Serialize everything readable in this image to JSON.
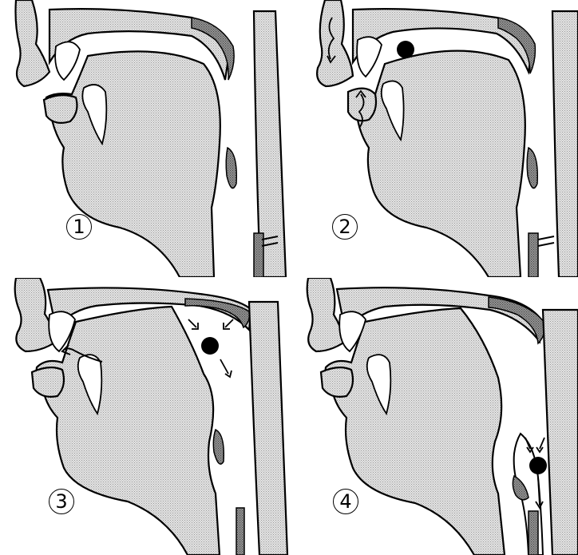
{
  "figure": {
    "colors": {
      "tissue_fill": "#d6d6d6",
      "dark_tissue": "#8a8a8a",
      "outline": "#000000",
      "background": "#ffffff",
      "bolus": "#000000"
    },
    "panels": [
      {
        "number": "1",
        "bolus_visible": false,
        "arrows": "none"
      },
      {
        "number": "2",
        "bolus_visible": true,
        "arrows": "lips"
      },
      {
        "number": "3",
        "bolus_visible": true,
        "arrows": "pharynx"
      },
      {
        "number": "4",
        "bolus_visible": true,
        "arrows": "esophagus"
      }
    ]
  }
}
